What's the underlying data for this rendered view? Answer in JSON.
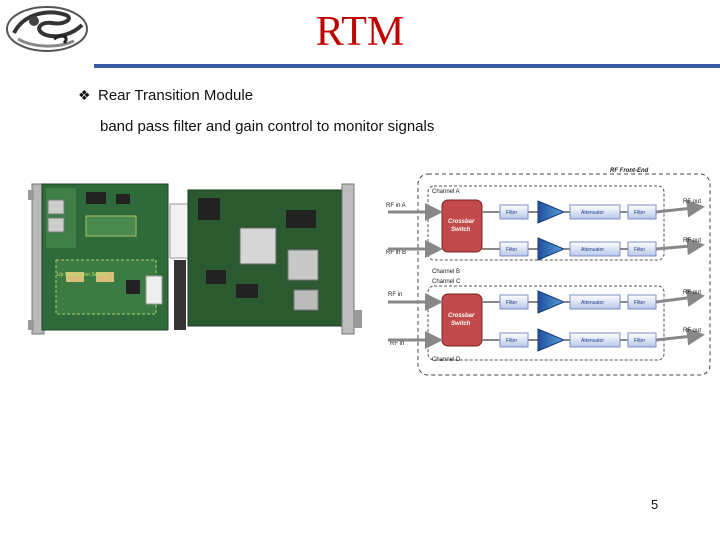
{
  "slide": {
    "title": "RTM",
    "bullet": "Rear Transition Module",
    "subtext": "band pass filter and gain control to monitor signals",
    "page_number": "5",
    "title_color": "#c00000",
    "rule_color": "#3a5aa8"
  },
  "board_image": {
    "label": "Up Conversion Section"
  },
  "diagram": {
    "title": "RF Front-End",
    "channel_a": "Channel A",
    "channel_b": "Channel B",
    "channel_c": "Channel C",
    "channel_d": "Channel D",
    "crossbar": "Crossbar",
    "switch": "Switch",
    "filter": "Filter",
    "attenuator": "Attenuator",
    "rf_in_a": "RF in A",
    "rf_in_b": "RF in B",
    "rf_in": "RF in",
    "rf_out": "RF out"
  }
}
